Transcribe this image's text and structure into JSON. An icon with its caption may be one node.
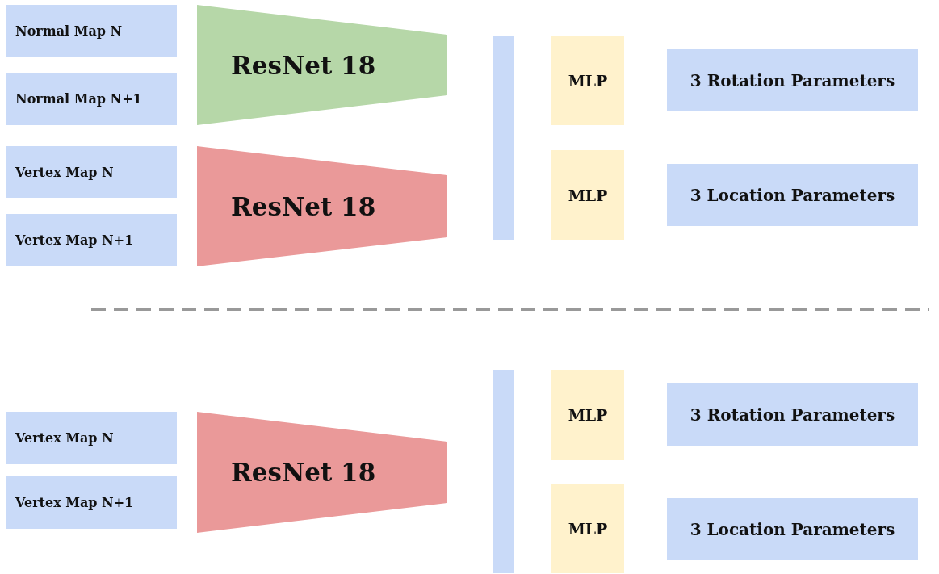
{
  "diagram": {
    "nodes": [
      {
        "text": [
          "Normal Map N"
        ]
      },
      {
        "text": [
          "Normal Map N+1"
        ]
      },
      {
        "text": [
          "ResNet 18"
        ]
      },
      {
        "text": [
          "Vertex Map N"
        ]
      },
      {
        "text": [
          "Vertex Map N+1"
        ]
      },
      {
        "text": [
          "ResNet 18"
        ]
      },
      {
        "text": [],
        "shape": "bar"
      },
      {
        "text": [
          "MLP"
        ]
      },
      {
        "text": [
          "MLP"
        ]
      },
      {
        "text": [
          "3 Rotation Parameters"
        ]
      },
      {
        "text": [
          "3 Location Parameters"
        ]
      },
      {
        "text": [
          "Vertex Map N"
        ]
      },
      {
        "text": [
          "Vertex Map N+1"
        ]
      },
      {
        "text": [
          "ResNet 18"
        ]
      },
      {
        "text": [],
        "shape": "bar"
      },
      {
        "text": [
          "MLP"
        ]
      },
      {
        "text": [
          "MLP"
        ]
      },
      {
        "text": [
          "3 Rotation Parameters"
        ]
      },
      {
        "text": [
          "3 Location Parameters"
        ]
      }
    ]
  }
}
